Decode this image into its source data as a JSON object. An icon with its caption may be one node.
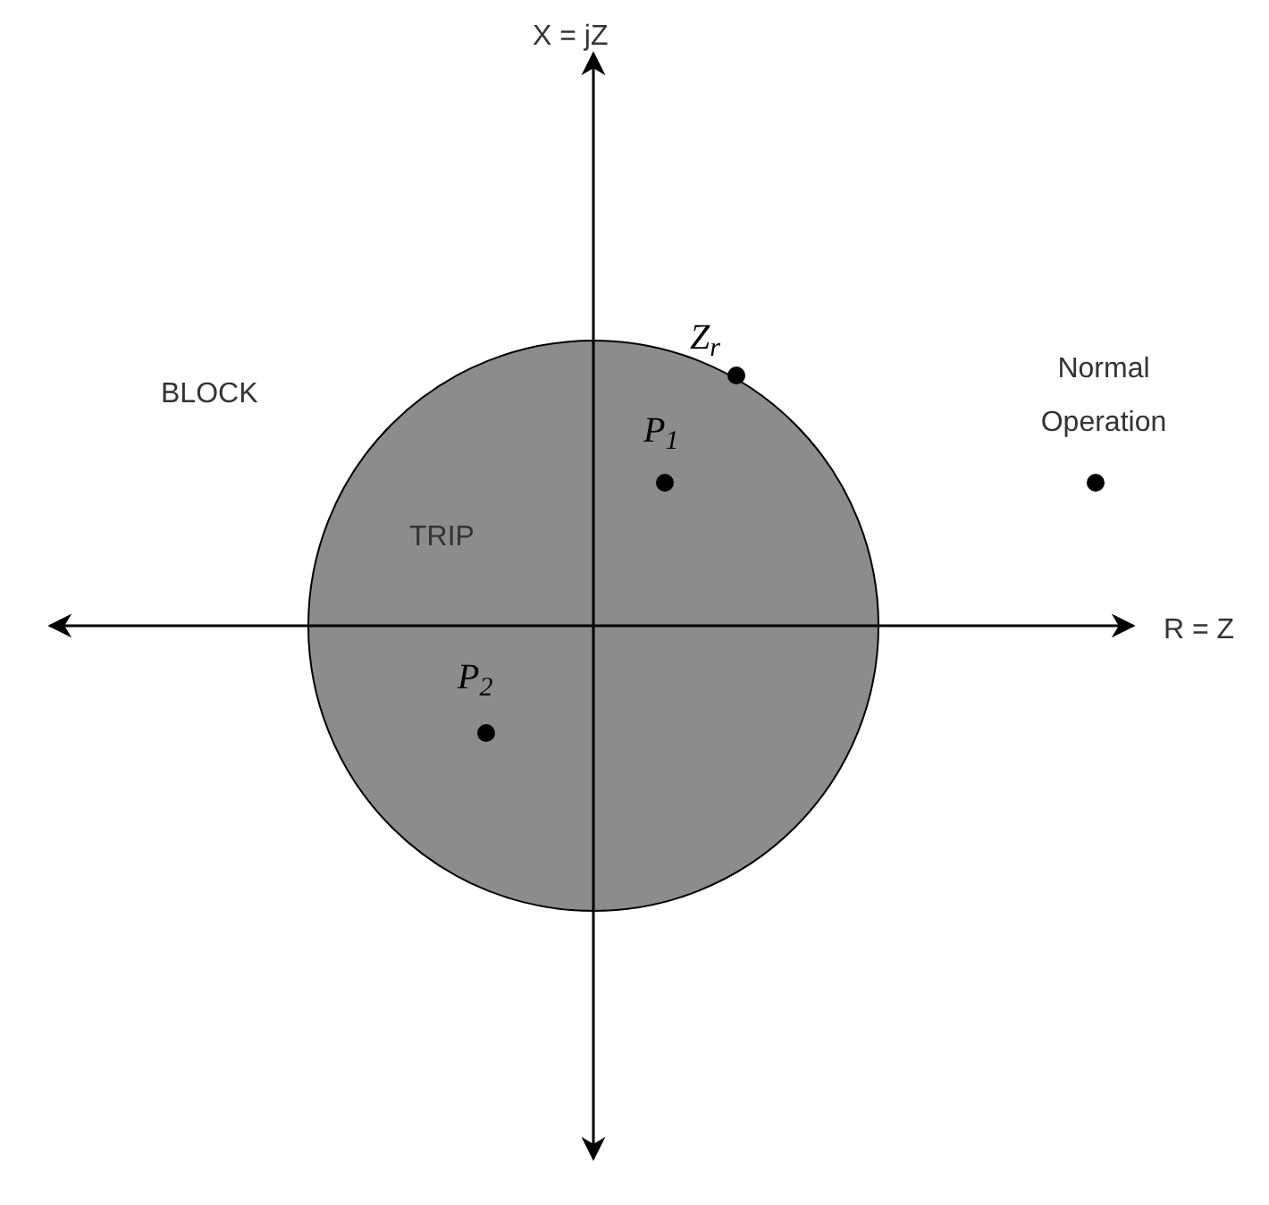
{
  "diagram": {
    "nodes": [
      {
        "text": [
          "TRIP"
        ]
      }
    ],
    "labels": [
      "X = jZ",
      "R = Z",
      "BLOCK",
      "Z$_{r}$",
      "P$_{1}$",
      "Normal Operation",
      "P$_{2}$"
    ]
  }
}
